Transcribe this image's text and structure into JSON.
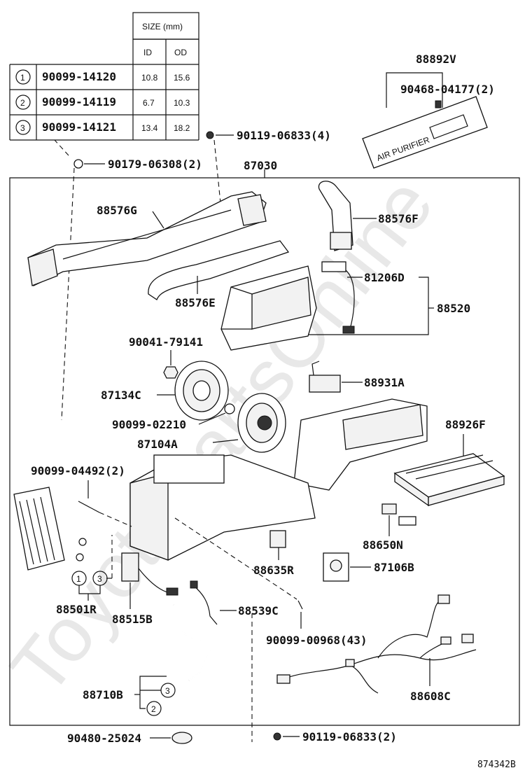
{
  "size_table": {
    "header": "SIZE (mm)",
    "columns": [
      "ID",
      "OD"
    ],
    "rows": [
      {
        "num": "1",
        "part": "90099-14120",
        "id": "10.8",
        "od": "15.6"
      },
      {
        "num": "2",
        "part": "90099-14119",
        "id": "6.7",
        "od": "10.3"
      },
      {
        "num": "3",
        "part": "90099-14121",
        "id": "13.4",
        "od": "18.2"
      }
    ]
  },
  "callouts": {
    "p88892V": "88892V",
    "p90468": "90468-04177(2)",
    "p90119a": "90119-06833(4)",
    "p90179": "90179-06308(2)",
    "p87030": "87030",
    "p88576G": "88576G",
    "p88576F": "88576F",
    "p81206D": "81206D",
    "p88576E": "88576E",
    "p88520": "88520",
    "p90041": "90041-79141",
    "p88931A": "88931A",
    "p87134C": "87134C",
    "p88926F": "88926F",
    "p90099_02210": "90099-02210",
    "p87104A": "87104A",
    "p90099_04492": "90099-04492(2)",
    "p88650N": "88650N",
    "p88635R": "88635R",
    "p87106B": "87106B",
    "p88501R": "88501R",
    "p88515B": "88515B",
    "p88539C": "88539C",
    "p90099_00968": "90099-00968(43)",
    "p88608C": "88608C",
    "p88710B": "88710B",
    "p90480": "90480-25024",
    "p90119b": "90119-06833(2)",
    "ring1": "1",
    "ring3": "3",
    "ring3b": "3",
    "ring2": "2"
  },
  "filter_text": "AIR PURIFIER",
  "watermark": "ToyotaPartsOnline",
  "diagram_id": "874342B"
}
